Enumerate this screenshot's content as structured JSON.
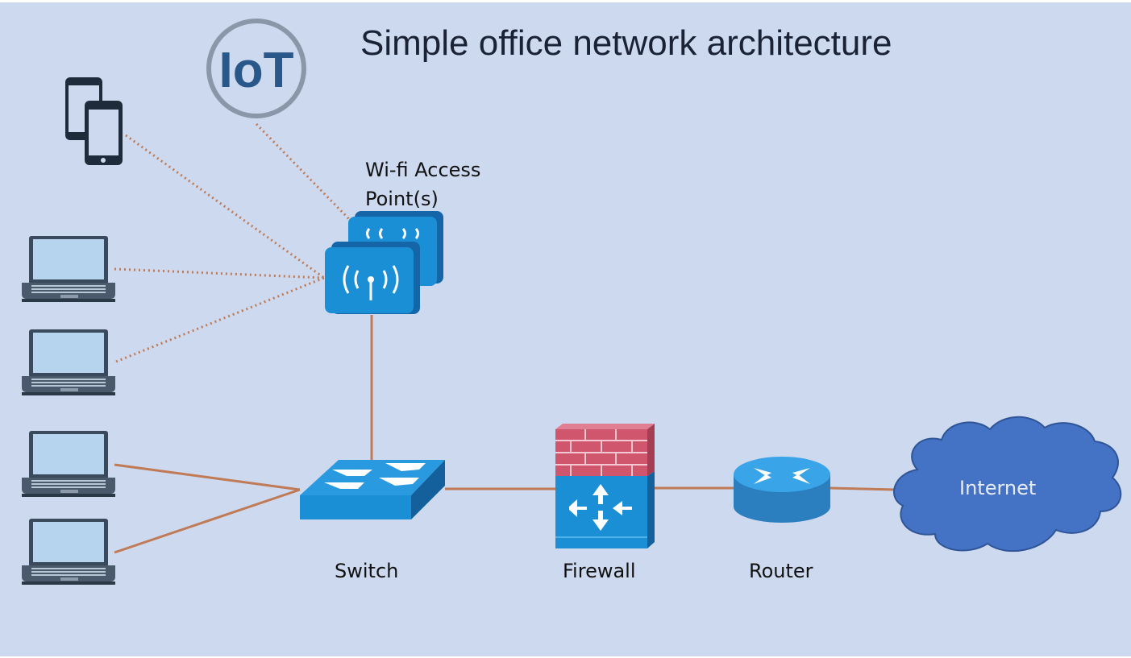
{
  "title": "Simple office network architecture",
  "nodes": {
    "wifi": "Wi-fi Access Point(s)",
    "switch": "Switch",
    "firewall": "Firewall",
    "router": "Router",
    "internet": "Internet",
    "iot": "IoT"
  },
  "colors": {
    "background": "#cdd9ef",
    "link": "#c07a55",
    "device_blue": "#1b8fd6",
    "cloud": "#4472c4",
    "brick": "#d0566e"
  },
  "icons": [
    "smartphone-icon",
    "laptop-icon",
    "iot-icon",
    "access-point-icon",
    "switch-icon",
    "firewall-icon",
    "router-icon",
    "cloud-icon"
  ]
}
